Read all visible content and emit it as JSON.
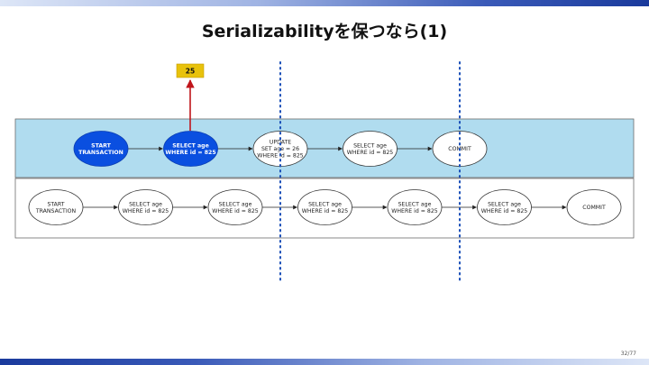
{
  "slide": {
    "title": "Serializabilityを保つなら(1)",
    "page_number": "32/77"
  },
  "diagram": {
    "result_box": "25",
    "top_row": [
      {
        "lines": [
          "START",
          "TRANSACTION"
        ],
        "highlight": true
      },
      {
        "lines": [
          "SELECT age",
          "WHERE id = 825"
        ],
        "highlight": true
      },
      {
        "lines": [
          "UPDATE",
          "SET age = 26",
          "WHERE id = 825"
        ],
        "highlight": false
      },
      {
        "lines": [
          "SELECT age",
          "WHERE id = 825"
        ],
        "highlight": false
      },
      {
        "lines": [
          "COMMIT"
        ],
        "highlight": false
      }
    ],
    "bottom_row": [
      {
        "lines": [
          "START",
          "TRANSACTION"
        ]
      },
      {
        "lines": [
          "SELECT age",
          "WHERE id = 825"
        ]
      },
      {
        "lines": [
          "SELECT age",
          "WHERE id = 825"
        ]
      },
      {
        "lines": [
          "SELECT age",
          "WHERE id = 825"
        ]
      },
      {
        "lines": [
          "SELECT age",
          "WHERE id = 825"
        ]
      },
      {
        "lines": [
          "SELECT age",
          "WHERE id = 825"
        ]
      },
      {
        "lines": [
          "COMMIT"
        ]
      }
    ],
    "colors": {
      "top_band": "#b0dcef",
      "highlight_node": "#0a4fe0",
      "arrow_red": "#c0151b",
      "result_box": "#e8c20c",
      "dotted_line": "#1a4fb8"
    }
  }
}
